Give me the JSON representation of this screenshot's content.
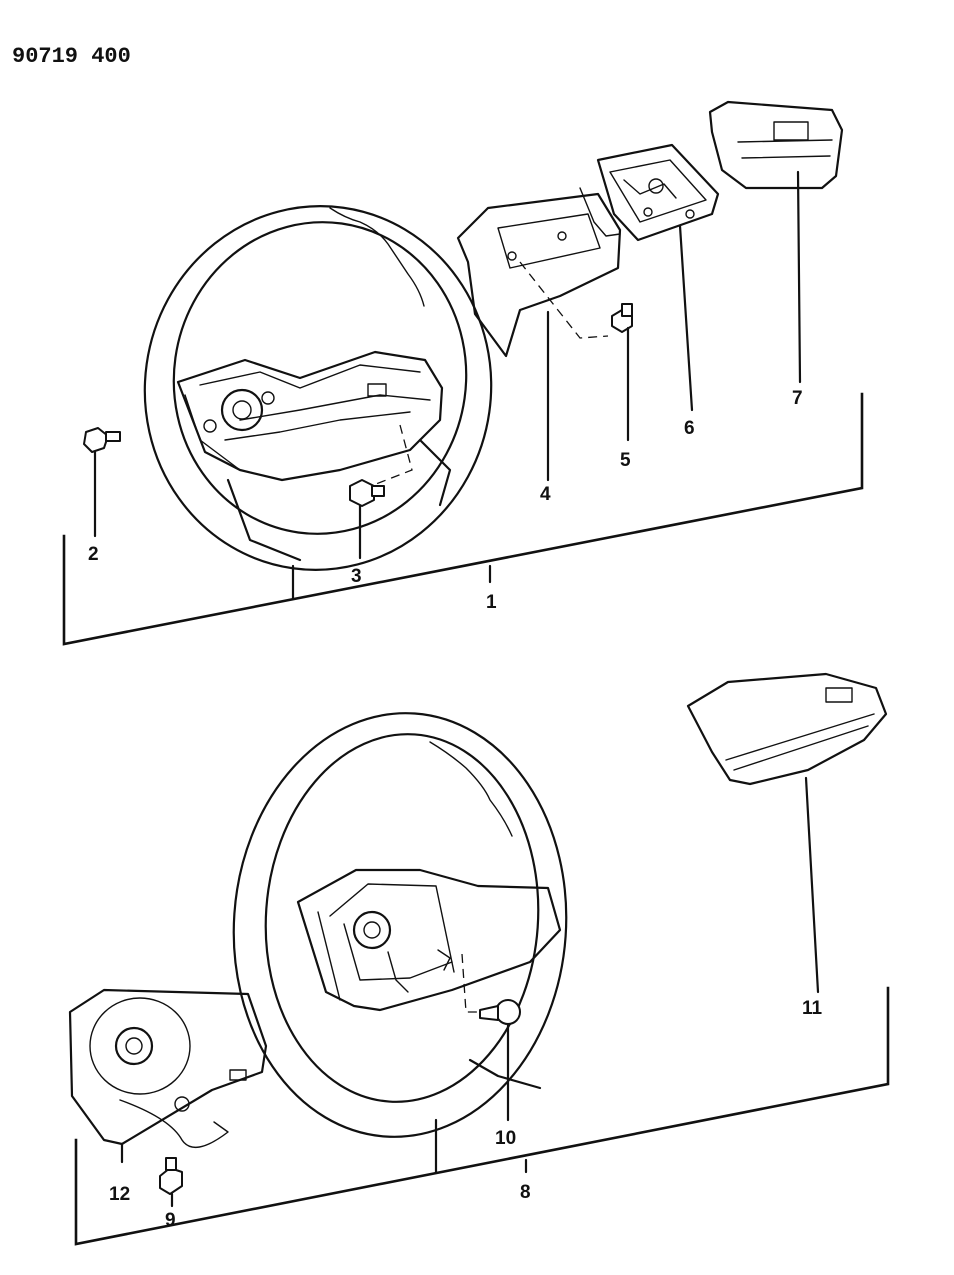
{
  "document_id": "90719 400",
  "callouts": {
    "c1": "1",
    "c2": "2",
    "c3": "3",
    "c4": "4",
    "c5": "5",
    "c6": "6",
    "c7": "7",
    "c8": "8",
    "c9": "9",
    "c10": "10",
    "c11": "11",
    "c12": "12"
  }
}
